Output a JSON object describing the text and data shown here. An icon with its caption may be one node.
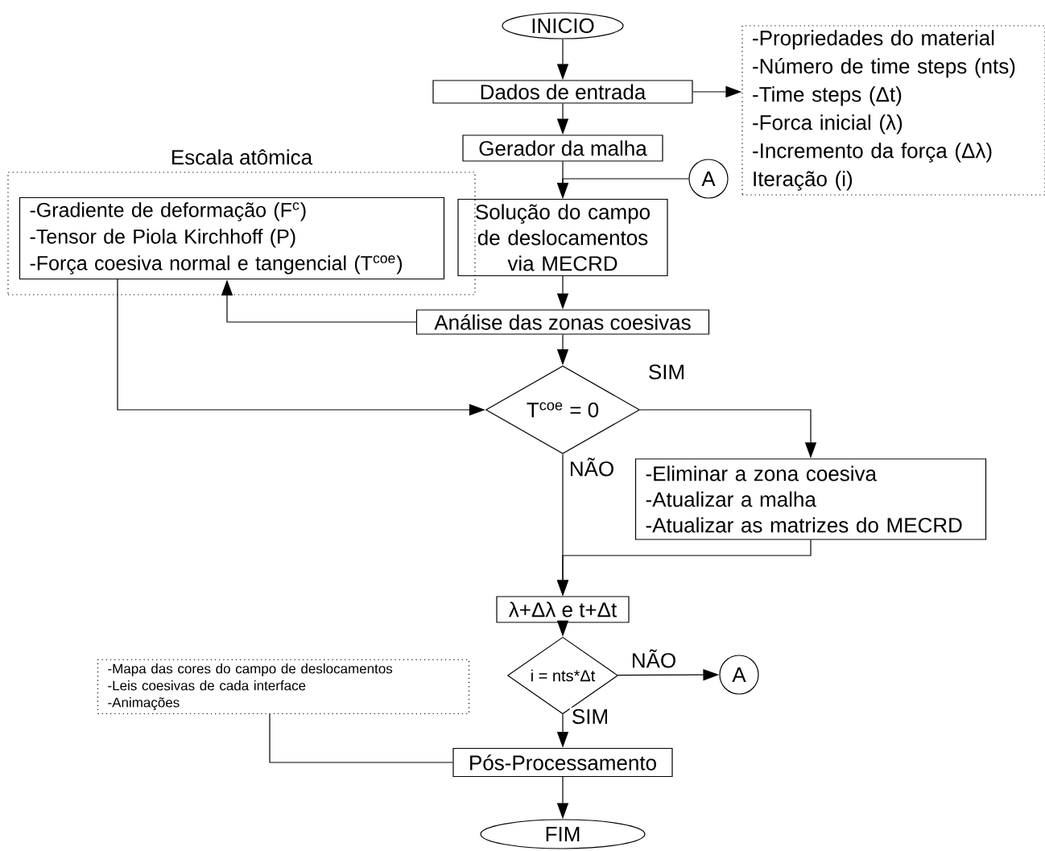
{
  "diagram": {
    "nodes": [
      {
        "text": [
          "INICIO"
        ]
      },
      {
        "text": [
          "Dados de entrada"
        ]
      },
      {
        "text": [
          "-Propriedades do material",
          "-Número de time steps (nts)",
          "-Time steps (Δt)",
          "-Forca inicial (λ)",
          "-Incremento da força (Δλ)",
          "Iteração (i)"
        ]
      },
      {
        "text": [
          "Gerador da malha"
        ]
      },
      {
        "text": [
          "A"
        ]
      },
      {
        "text": [
          "Escala atômica"
        ]
      },
      {
        "text": [
          "-Gradiente de deformação (F$^{c}$)",
          "-Tensor de Piola Kirchhoff (P)",
          "-Força coesiva normal e tangencial (T$^{coe}$)"
        ],
        "in": 5
      },
      {
        "text": [
          "Solução do campo de deslocamentos via MECRD"
        ]
      },
      {
        "text": [
          "Análise das zonas coesivas"
        ]
      },
      {
        "text": [
          "T$^{coe}$ = 0"
        ]
      },
      {
        "text": [
          "-Eliminar a zona coesiva",
          "-Atualizar a malha",
          "-Atualizar as matrizes do MECRD"
        ]
      },
      {
        "text": [
          "λ+Δλ e t+Δt"
        ]
      },
      {
        "text": [
          "i = nts*Δt"
        ]
      },
      {
        "text": [
          "A"
        ]
      },
      {
        "text": [
          "-Mapa das cores do campo de deslocamentos",
          "-Leis coesivas de cada interface",
          "-Animações"
        ]
      },
      {
        "text": [
          "Pós-Processamento"
        ]
      },
      {
        "text": [
          "FIM"
        ]
      }
    ],
    "edges": [
      {
        "from": 0,
        "to": 1,
        "arrow": "to"
      },
      {
        "from": 1,
        "to": 2,
        "arrow": "to"
      },
      {
        "from": 1,
        "to": 3,
        "arrow": "to"
      },
      {
        "from": 3,
        "to": 7,
        "arrow": "to"
      },
      {
        "from": 4,
        "to": 7,
        "arrow": "to"
      },
      {
        "from": 7,
        "to": 8,
        "arrow": "to"
      },
      {
        "from": 8,
        "to": 6,
        "arrow": "to"
      },
      {
        "from": 8,
        "to": 9,
        "arrow": "to"
      },
      {
        "from": 6,
        "to": 9,
        "arrow": "to"
      },
      {
        "from": 9,
        "to": 10,
        "arrow": "to",
        "label": "SIM"
      },
      {
        "from": 9,
        "to": 11,
        "arrow": "to",
        "label": "NÃO"
      },
      {
        "from": 10,
        "to": 11,
        "arrow": "to"
      },
      {
        "from": 11,
        "to": 12,
        "arrow": "to"
      },
      {
        "from": 12,
        "to": 13,
        "arrow": "to",
        "label": "NÃO"
      },
      {
        "from": 12,
        "to": 15,
        "arrow": "to",
        "label": "SIM"
      },
      {
        "from": 14,
        "to": 15,
        "arrow": "none"
      },
      {
        "from": 15,
        "to": 16,
        "arrow": "to"
      }
    ]
  }
}
